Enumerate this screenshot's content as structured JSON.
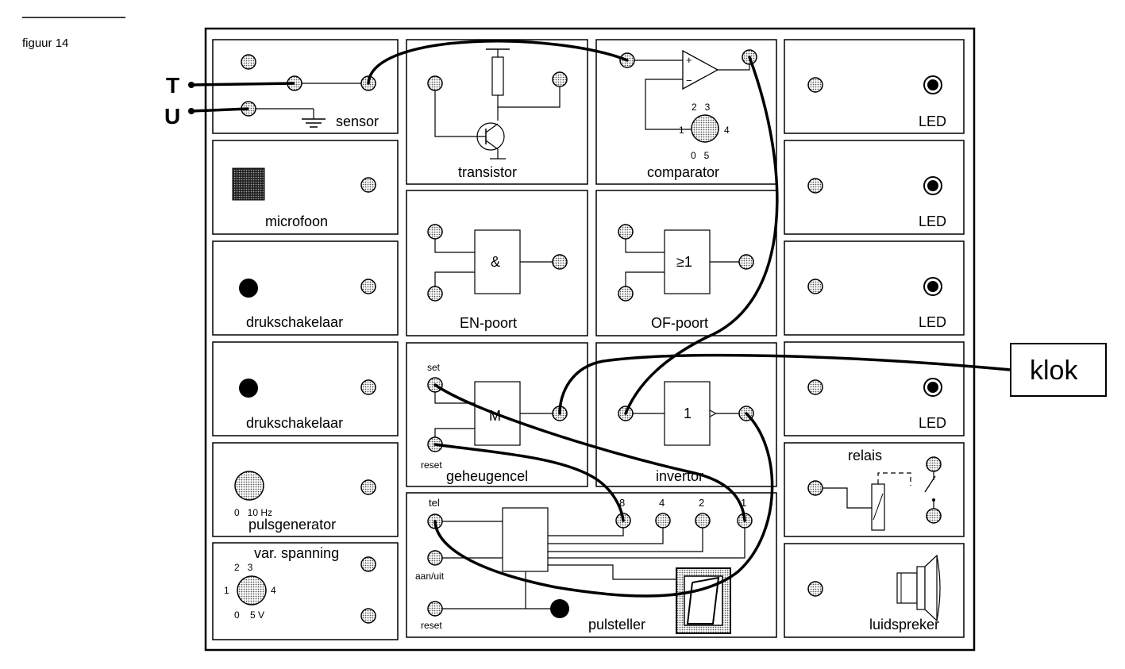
{
  "figure_label": "figuur 14",
  "inputs": {
    "t": "T",
    "u": "U"
  },
  "klok": "klok",
  "modules": {
    "sensor": "sensor",
    "microfoon": "microfoon",
    "drukschakelaar1": "drukschakelaar",
    "drukschakelaar2": "drukschakelaar",
    "pulsgenerator": "pulsgenerator",
    "pulsgen_scale": "0   10 Hz",
    "var_spanning": "var. spanning",
    "var_scale_top": "2   3",
    "var_scale_left": "1",
    "var_scale_right": "4",
    "var_scale_bottom": "0    5 V",
    "transistor": "transistor",
    "comparator": "comparator",
    "comp_plus": "+",
    "comp_minus": "−",
    "comp_scale_top": "2   3",
    "comp_scale_left": "1",
    "comp_scale_right": "4",
    "comp_scale_bottom": "0   5",
    "en_poort": "EN-poort",
    "en_symbol": "&",
    "of_poort": "OF-poort",
    "of_symbol": "≥1",
    "geheugencel": "geheugencel",
    "geh_set": "set",
    "geh_reset": "reset",
    "geh_symbol": "M",
    "invertor": "invertor",
    "inv_symbol": "1",
    "pulsteller": "pulsteller",
    "ps_tel": "tel",
    "ps_aanuit": "aan/uit",
    "ps_reset": "reset",
    "ps_8": "8",
    "ps_4": "4",
    "ps_2": "2",
    "ps_1": "1",
    "led1": "LED",
    "led2": "LED",
    "led3": "LED",
    "led4": "LED",
    "relais": "relais",
    "luidspreker": "luidspreker"
  }
}
